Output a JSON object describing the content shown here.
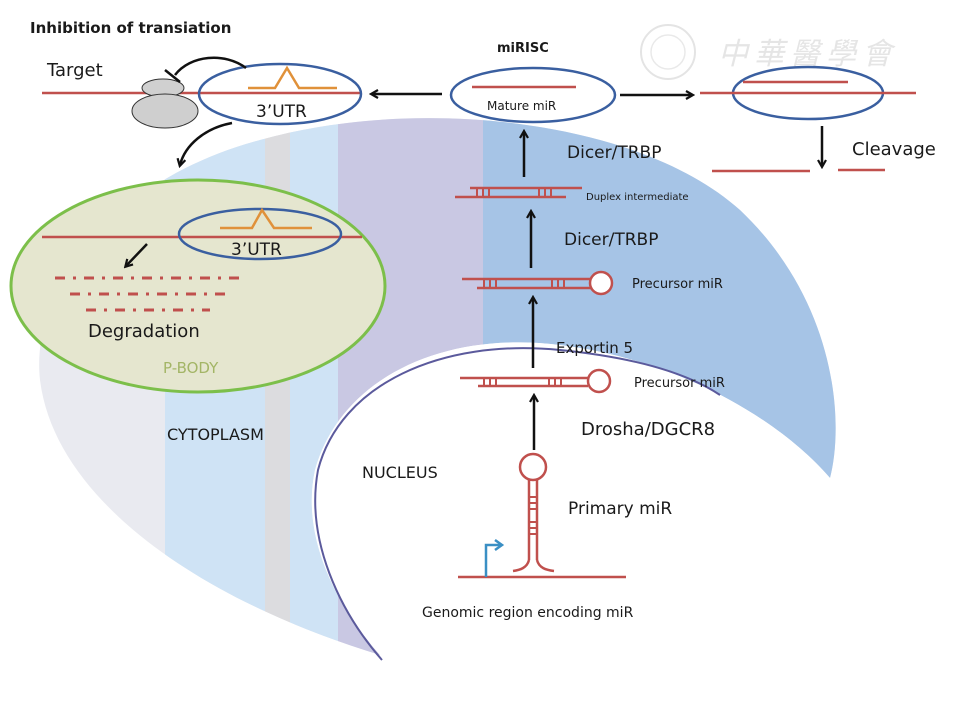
{
  "title": "Inhibition  of transiation",
  "labels": {
    "target": "Target",
    "utr_top": "3’UTR",
    "utr_pbody": "3’UTR",
    "mirisc": "miRISC",
    "mature_mir": "Mature miR",
    "cleavage": "Cleavage",
    "dicer_top": "Dicer/TRBP",
    "duplex": "Duplex intermediate",
    "dicer_mid": "Dicer/TRBP",
    "precursor_cyto": "Precursor miR",
    "exportin": "Exportin 5",
    "precursor_nuc": "Precursor miR",
    "drosha": "Drosha/DGCR8",
    "primary": "Primary miR",
    "genomic": "Genomic region encoding miR",
    "nucleus": "NUCLEUS",
    "cytoplasm": "CYTOPLASM",
    "degradation": "Degradation",
    "pbody": "P-BODY"
  },
  "watermark": {
    "text": "中華醫學會",
    "seal_icon": "society-seal"
  },
  "colors": {
    "rna_strand": "#c0504d",
    "ellipse_outline": "#3a5fa0",
    "loop_peak": "#e0913a",
    "pbody_outline": "#7cbf4a",
    "pbody_fill": "#e5e6cf",
    "cytoplasm_fill": "#e9eaf0",
    "cytoplasm_blue": "#a6c4e6",
    "cytoplasm_lavender": "#c9c8e3",
    "nucleus_border": "#5b5a9c",
    "promoter_arrow": "#3a8fc4",
    "arrow": "#111111"
  }
}
